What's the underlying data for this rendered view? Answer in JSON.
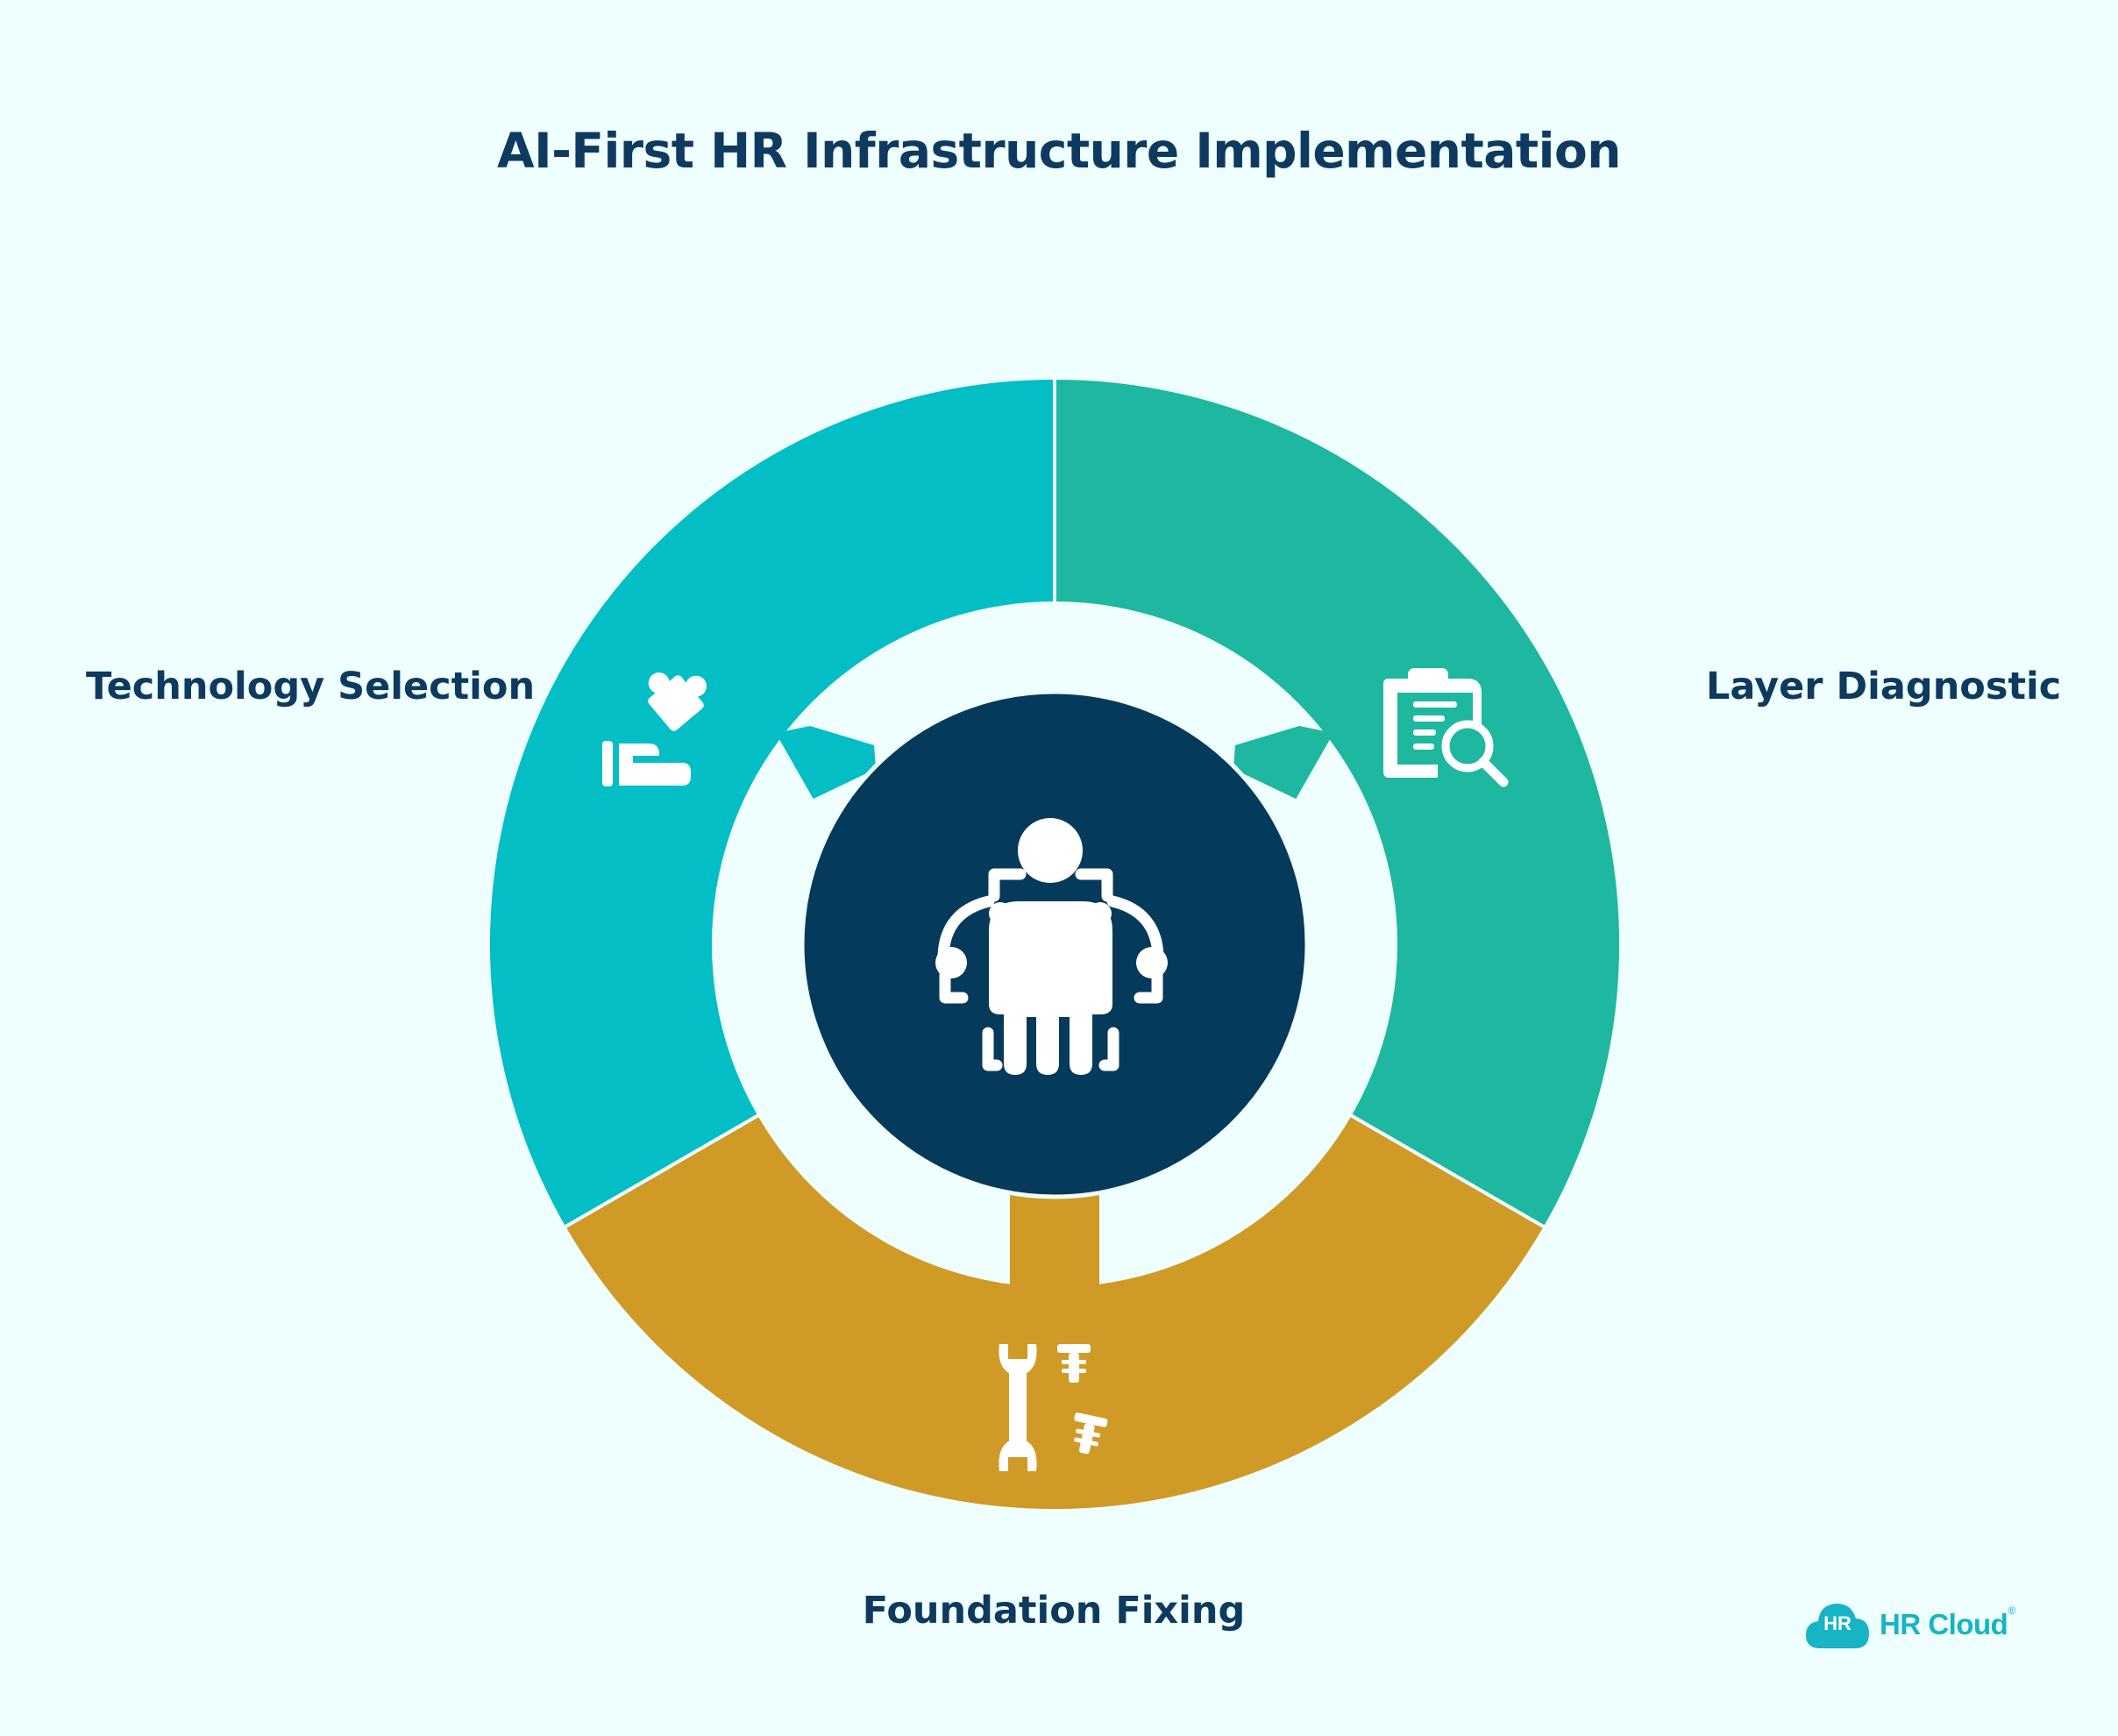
{
  "title": "AI-First HR Infrastructure Implementation",
  "segments": [
    {
      "label": "Technology Selection",
      "icon": "puzzle-hand-icon",
      "color": "#04bec6"
    },
    {
      "label": "Layer Diagnostic",
      "icon": "clipboard-search-icon",
      "color": "#1db89f"
    },
    {
      "label": "Foundation Fixing",
      "icon": "wrench-screws-icon",
      "color": "#d09a26"
    }
  ],
  "center": {
    "icon": "ai-person-icon",
    "color": "#053a5b"
  },
  "logo": {
    "badge": "HR",
    "name": "HR Cloud",
    "reg": "®",
    "color": "#16b4c4"
  },
  "colors": {
    "background": "#effefe",
    "text": "#0d3a5e"
  }
}
